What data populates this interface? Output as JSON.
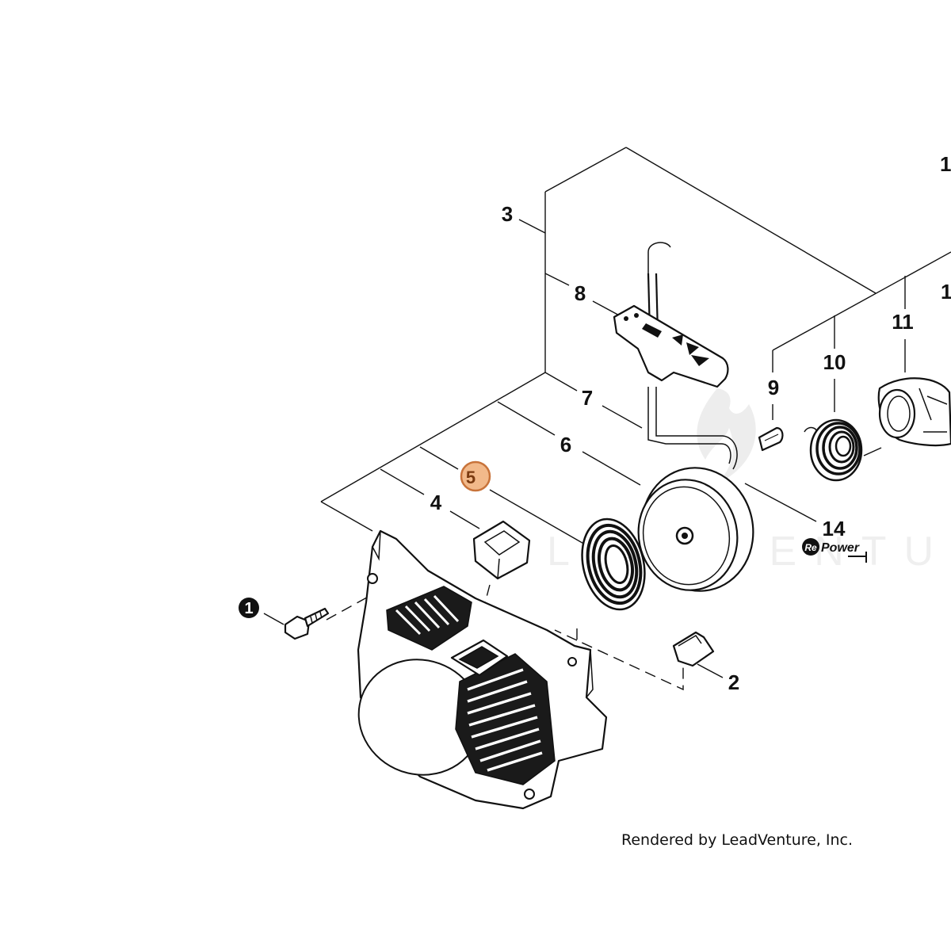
{
  "callouts": {
    "c1": "1",
    "c2": "2",
    "c3": "3",
    "c4": "4",
    "c5": "5",
    "c6": "6",
    "c7": "7",
    "c8": "8",
    "c9": "9",
    "c10": "10",
    "c11": "11",
    "c12": "1",
    "c13": "1",
    "c14": "14"
  },
  "badge": {
    "re": "Re",
    "power": "Power"
  },
  "watermark": "LEADVENTURE",
  "credit": "Rendered by LeadVenture, Inc.",
  "colors": {
    "highlight_fill": "#f2b98a",
    "highlight_stroke": "#c8733a"
  }
}
